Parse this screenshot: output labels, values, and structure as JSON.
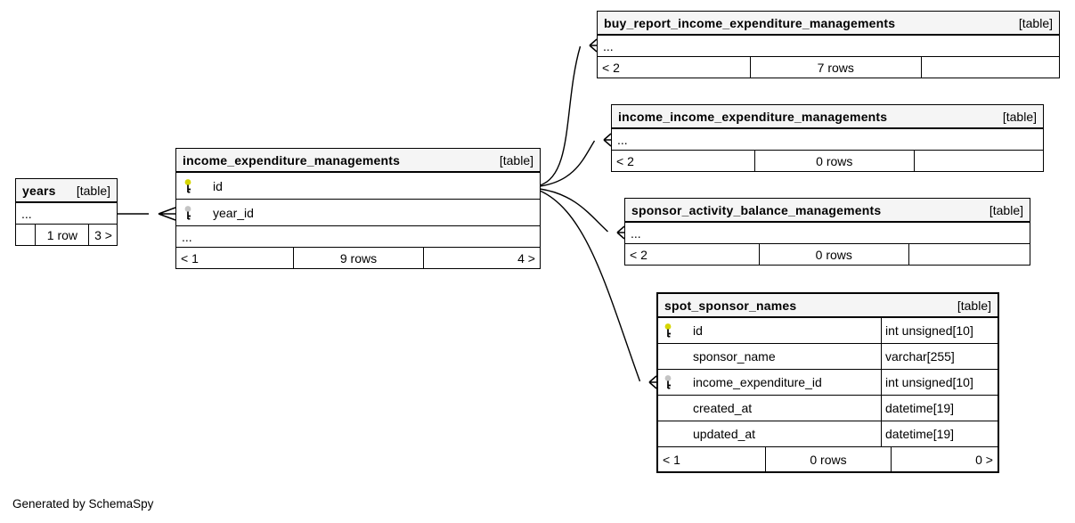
{
  "diagram": {
    "generated_by": "Generated by SchemaSpy"
  },
  "colors": {
    "canvas_bg": "#ffffff",
    "row_bg": "#ffffff",
    "header_bg": "#f5f5f5",
    "border": "#000000",
    "text": "#000000",
    "pk_key": "#d6d600",
    "fk_key": "#c4c4c4"
  },
  "tables": {
    "years": {
      "name": "years",
      "tag": "[table]",
      "ellipsis": "...",
      "footer": {
        "left": "",
        "center": "1 row",
        "right": "3 >"
      }
    },
    "income_expenditure_managements": {
      "name": "income_expenditure_managements",
      "tag": "[table]",
      "ellipsis": "...",
      "columns": [
        {
          "name": "id",
          "key": "primary"
        },
        {
          "name": "year_id",
          "key": "foreign"
        }
      ],
      "footer": {
        "left": "< 1",
        "center": "9 rows",
        "right": "4 >"
      }
    },
    "buy_report_income_expenditure_managements": {
      "name": "buy_report_income_expenditure_managements",
      "tag": "[table]",
      "ellipsis": "...",
      "footer": {
        "left": "< 2",
        "center": "7 rows",
        "right": ""
      }
    },
    "income_income_expenditure_managements": {
      "name": "income_income_expenditure_managements",
      "tag": "[table]",
      "ellipsis": "...",
      "footer": {
        "left": "< 2",
        "center": "0 rows",
        "right": ""
      }
    },
    "sponsor_activity_balance_managements": {
      "name": "sponsor_activity_balance_managements",
      "tag": "[table]",
      "ellipsis": "...",
      "footer": {
        "left": "< 2",
        "center": "0 rows",
        "right": ""
      }
    },
    "spot_sponsor_names": {
      "name": "spot_sponsor_names",
      "tag": "[table]",
      "columns": [
        {
          "name": "id",
          "key": "primary",
          "type": "int unsigned[10]"
        },
        {
          "name": "sponsor_name",
          "key": "",
          "type": "varchar[255]"
        },
        {
          "name": "income_expenditure_id",
          "key": "foreign",
          "type": "int unsigned[10]"
        },
        {
          "name": "created_at",
          "key": "",
          "type": "datetime[19]"
        },
        {
          "name": "updated_at",
          "key": "",
          "type": "datetime[19]"
        }
      ],
      "footer": {
        "left": "< 1",
        "center": "0 rows",
        "right": "0 >"
      }
    }
  },
  "relationships": [
    {
      "from": "years",
      "to": "income_expenditure_managements",
      "cardinality": "zero-or-many"
    },
    {
      "from": "income_expenditure_managements",
      "to": "buy_report_income_expenditure_managements",
      "cardinality": "zero-or-many"
    },
    {
      "from": "income_expenditure_managements",
      "to": "income_income_expenditure_managements",
      "cardinality": "zero-or-many"
    },
    {
      "from": "income_expenditure_managements",
      "to": "sponsor_activity_balance_managements",
      "cardinality": "zero-or-many"
    },
    {
      "from": "income_expenditure_managements",
      "to": "spot_sponsor_names",
      "cardinality": "zero-or-many"
    }
  ]
}
